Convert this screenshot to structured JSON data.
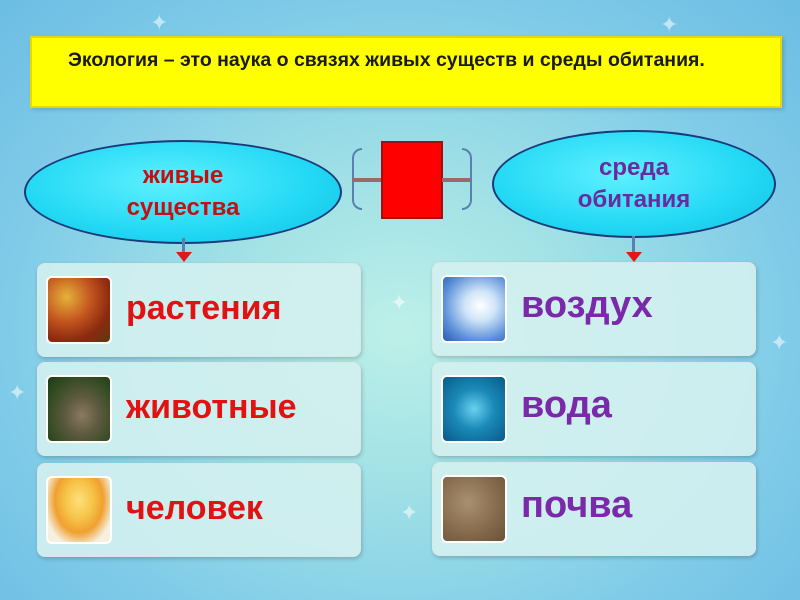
{
  "header": {
    "text": "Экология – это наука  о связях живых существ и среды обитания."
  },
  "left_group": {
    "title": "живые\nсущества",
    "items": [
      {
        "label": "растения",
        "icon": "leaves-photo-icon"
      },
      {
        "label": "животные",
        "icon": "rabbit-photo-icon"
      },
      {
        "label": "человек",
        "icon": "child-photo-icon"
      }
    ]
  },
  "right_group": {
    "title": "среда\nобитания",
    "items": [
      {
        "label": "воздух",
        "icon": "sky-clouds-photo-icon"
      },
      {
        "label": "вода",
        "icon": "water-drop-photo-icon"
      },
      {
        "label": "почва",
        "icon": "soil-photo-icon"
      }
    ]
  },
  "colors": {
    "header_bg": "#ffff00",
    "oval_fill": "#22d8f4",
    "left_text": "#e21212",
    "right_text": "#7a2aa8",
    "link_box": "#ff0000"
  }
}
